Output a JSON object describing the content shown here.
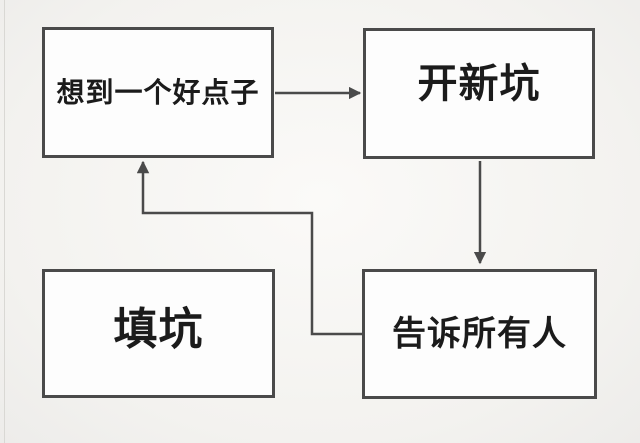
{
  "diagram": {
    "type": "flowchart",
    "nodes": [
      {
        "id": "idea",
        "label": "想到一个好点子"
      },
      {
        "id": "new-pit",
        "label": "开新坑"
      },
      {
        "id": "fill-pit",
        "label": "填坑"
      },
      {
        "id": "tell-everyone",
        "label": "告诉所有人"
      }
    ],
    "edges": [
      {
        "from": "想到一个好点子",
        "to": "开新坑",
        "shape": "straight-right-arrow"
      },
      {
        "from": "开新坑",
        "to": "告诉所有人",
        "shape": "straight-down-arrow"
      },
      {
        "from": "告诉所有人",
        "to": "想到一个好点子",
        "shape": "elbow-left-up-arrow"
      }
    ],
    "isolated_nodes": [
      "填坑"
    ]
  },
  "colors": {
    "background": "#f3f2ef",
    "box-fill": "#fdfdfd",
    "line": "#4a4a4a",
    "text": "#1b1b1b",
    "page-edge": "#d9d8d4"
  }
}
